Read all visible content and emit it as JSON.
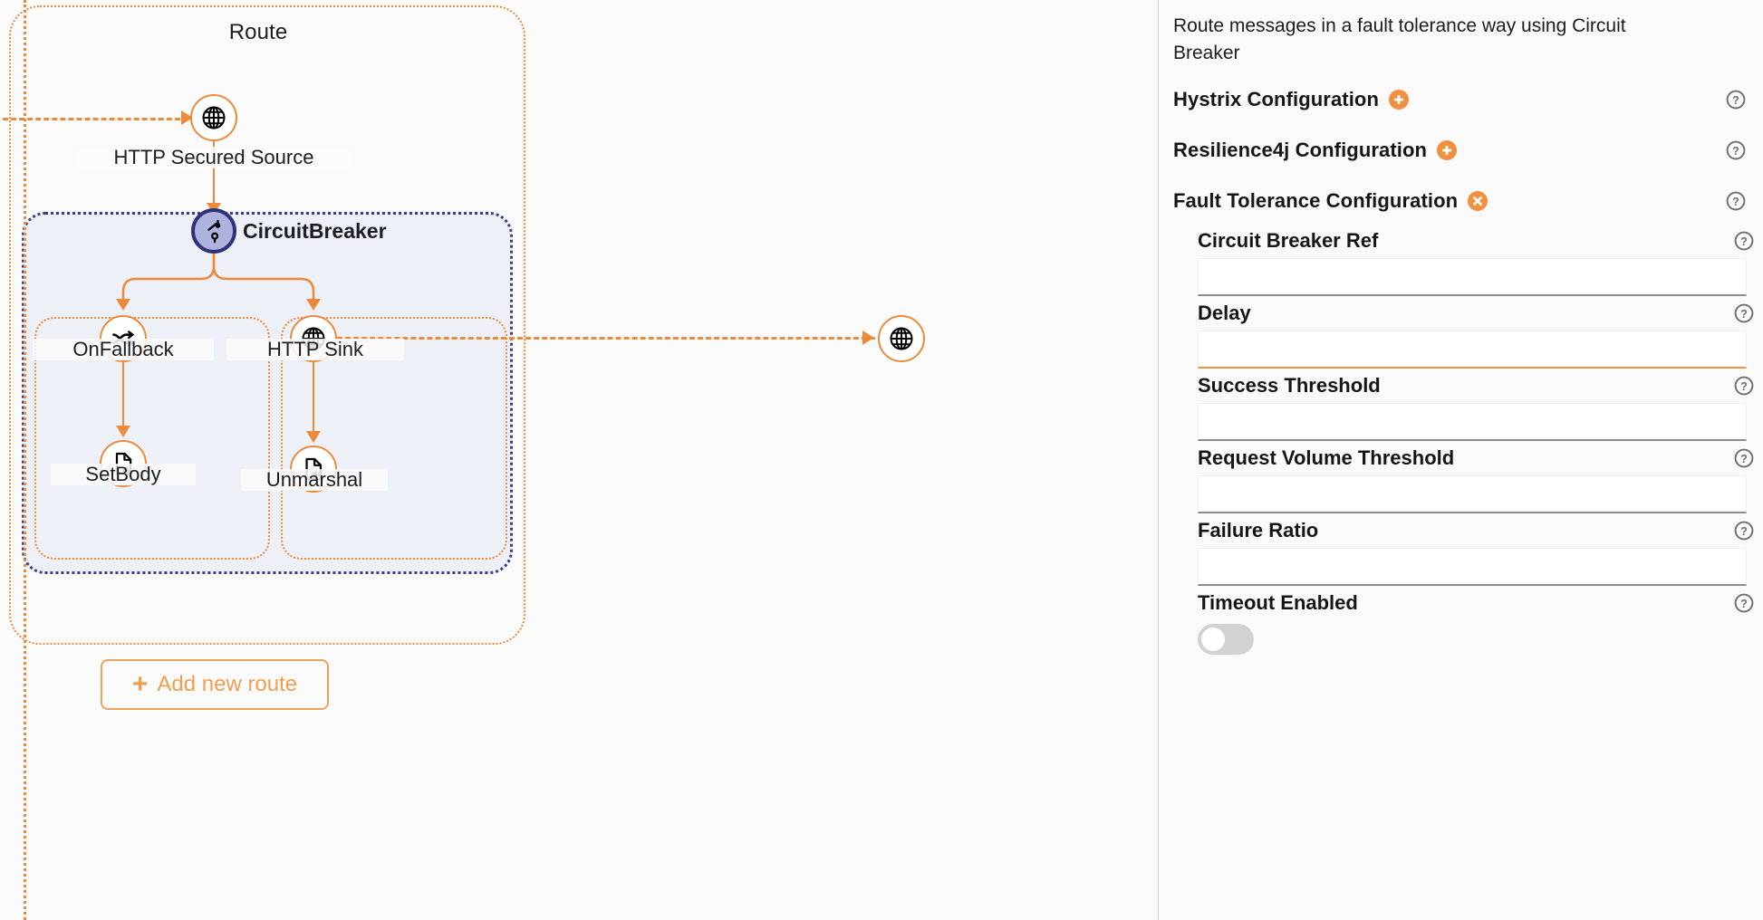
{
  "canvas": {
    "route_group_label": "Route",
    "nodes": [
      {
        "id": "http-secured-source",
        "label": "HTTP Secured Source",
        "icon": "globe-icon",
        "kind": "endpoint"
      },
      {
        "id": "circuitbreaker",
        "label": "CircuitBreaker",
        "icon": "circuit-breaker-icon",
        "kind": "eip"
      },
      {
        "id": "onfallback",
        "label": "OnFallback",
        "icon": "shuffle-icon",
        "kind": "eip"
      },
      {
        "id": "setbody",
        "label": "SetBody",
        "icon": "document-plus-icon",
        "kind": "eip"
      },
      {
        "id": "http-sink",
        "label": "HTTP Sink",
        "icon": "globe-icon",
        "kind": "endpoint"
      },
      {
        "id": "unmarshal",
        "label": "Unmarshal",
        "icon": "document-arrow-icon",
        "kind": "eip"
      },
      {
        "id": "external-sink",
        "label": "",
        "icon": "globe-icon",
        "kind": "endpoint"
      }
    ],
    "add_route_button": {
      "label": "Add new route",
      "icon": "plus-icon"
    }
  },
  "panel": {
    "description": "Route messages in a fault tolerance way using Circuit Breaker",
    "sections": [
      {
        "id": "hystrix",
        "title": "Hystrix Configuration",
        "badge": "add-icon",
        "badge_state": "add",
        "help": "help-icon"
      },
      {
        "id": "resilience4j",
        "title": "Resilience4j Configuration",
        "badge": "add-icon",
        "badge_state": "add",
        "help": "help-icon"
      },
      {
        "id": "fault-tolerance",
        "title": "Fault Tolerance Configuration",
        "badge": "close-icon",
        "badge_state": "remove",
        "help": "help-icon"
      }
    ],
    "fields": [
      {
        "id": "circuit-breaker-ref",
        "label": "Circuit Breaker Ref",
        "value": "",
        "placeholder": "",
        "type": "text",
        "accent": false
      },
      {
        "id": "delay",
        "label": "Delay",
        "value": "",
        "placeholder": "",
        "type": "text",
        "accent": true
      },
      {
        "id": "success-threshold",
        "label": "Success Threshold",
        "value": "",
        "placeholder": "",
        "type": "text",
        "accent": false
      },
      {
        "id": "request-volume-threshold",
        "label": "Request Volume Threshold",
        "value": "",
        "placeholder": "",
        "type": "text",
        "accent": false
      },
      {
        "id": "failure-ratio",
        "label": "Failure Ratio",
        "value": "",
        "placeholder": "",
        "type": "text",
        "accent": false
      },
      {
        "id": "timeout-enabled",
        "label": "Timeout Enabled",
        "value": "off",
        "type": "toggle",
        "accent": false
      }
    ]
  },
  "colors": {
    "accent_orange": "#ec8a3c",
    "badge_orange": "#ef9140",
    "eip_purple_fill": "#b0b2e0",
    "eip_purple_border": "#2f3276",
    "group_navy": "#3c3f87",
    "group_tint": "#eef0f8",
    "canvas_bg": "#fafafa",
    "help_gray": "#6a6e73"
  }
}
